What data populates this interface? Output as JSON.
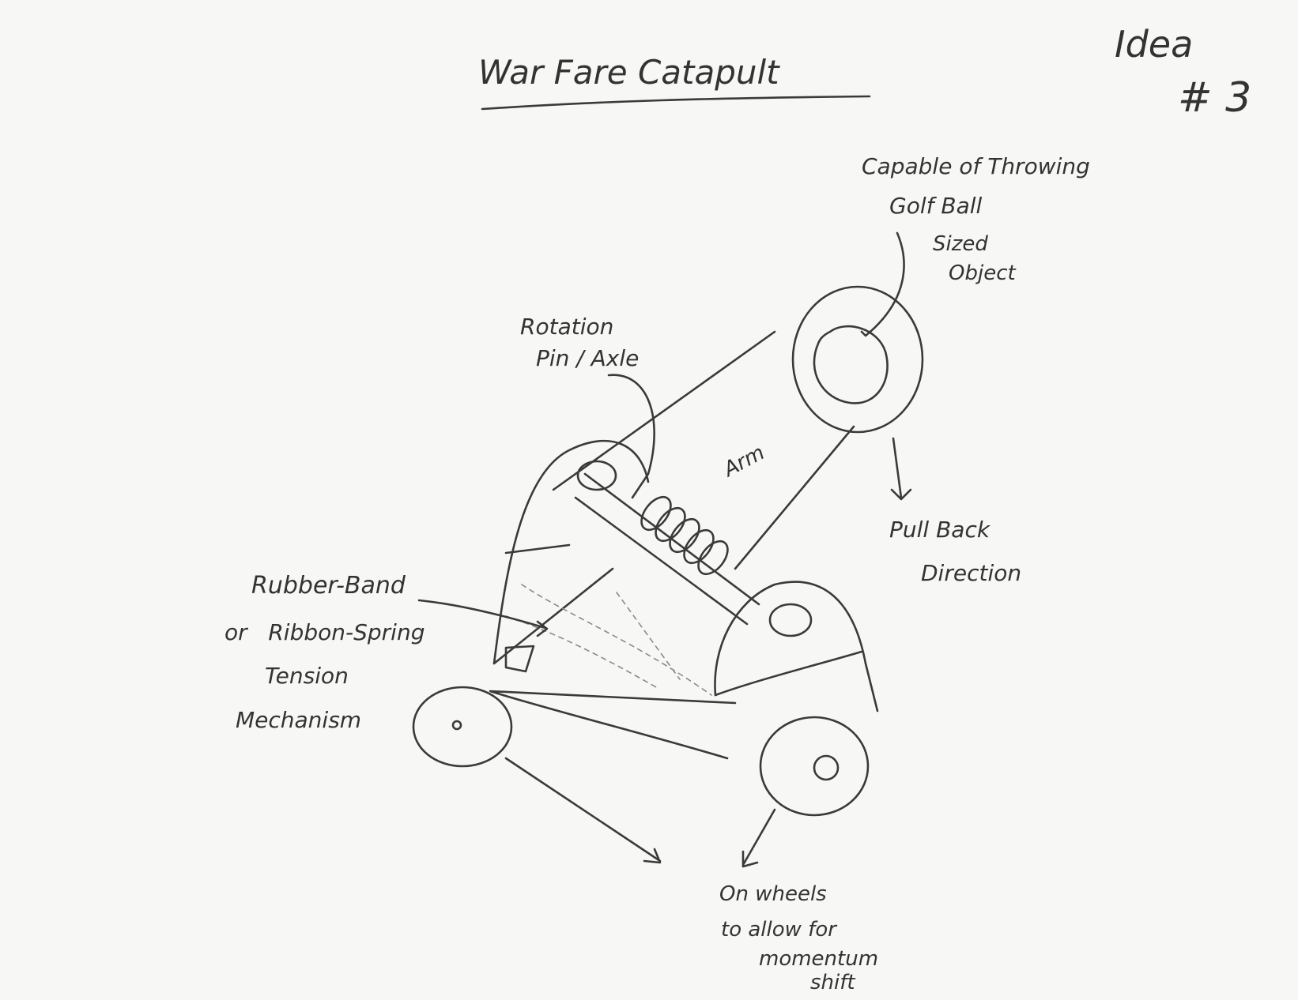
{
  "title": "War Fare Catapult",
  "idea": {
    "line1": "Idea",
    "line2": "# 3"
  },
  "labels": {
    "capable": [
      "Capable of Throwing",
      "Golf Ball",
      "Sized",
      "Object"
    ],
    "rotation": [
      "Rotation",
      "Pin / Axle"
    ],
    "arm": "Arm",
    "pull_back": [
      "Pull Back",
      "Direction"
    ],
    "tension": [
      "Rubber-Band",
      "or   Ribbon-Spring",
      "Tension",
      "Mechanism"
    ],
    "wheels": [
      "On wheels",
      "to allow for",
      "momentum",
      "shift"
    ]
  }
}
